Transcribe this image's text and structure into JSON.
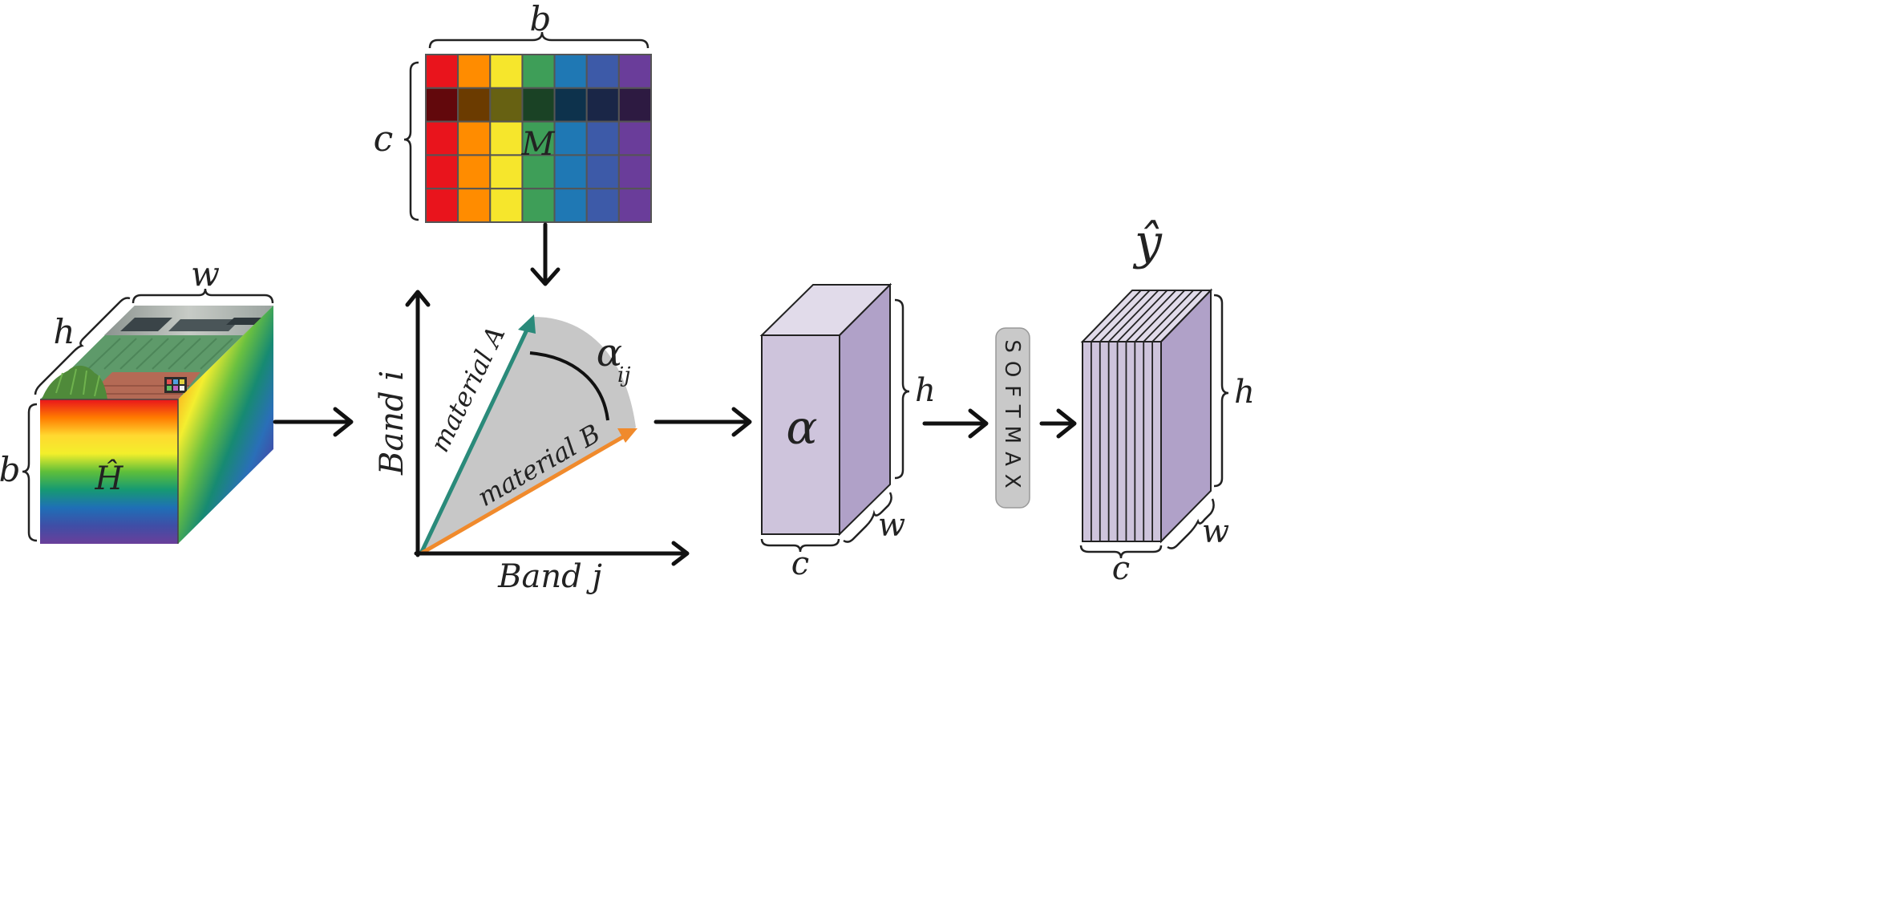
{
  "inputCube": {
    "symbol": "Ĥ",
    "dims": {
      "h": "h",
      "w": "w",
      "b": "b"
    },
    "front_gradient": [
      "#e9141c",
      "#ff7a00",
      "#ffd830",
      "#f3ef2b",
      "#5fbf3a",
      "#169a72",
      "#1f6fb7",
      "#3f4ea6",
      "#6a3f9a"
    ],
    "side_gradient": [
      "#ff2a1a",
      "#ffa11a",
      "#f4ee2f",
      "#6ac040",
      "#178a72",
      "#2a6fb8",
      "#4b3ea3",
      "#7a3b9a"
    ],
    "top_image_colors": {
      "sky": "#9ea8a6",
      "fence": "#5e9a6a",
      "wall": "#b46a55",
      "grass": "#4f8a3a"
    }
  },
  "matrix": {
    "symbol": "M",
    "dims": {
      "b": "b",
      "c": "c"
    },
    "rows": 5,
    "cols": 7,
    "col_colors": [
      "#e9141c",
      "#ff8c00",
      "#f6e62c",
      "#3e9e58",
      "#1f78b4",
      "#3d5aa8",
      "#6a3d9a"
    ],
    "dark_row_index": 1
  },
  "plot": {
    "y_axis_label": "Band i",
    "x_axis_label": "Band j",
    "vector_a_label": "material A",
    "vector_b_label": "material B",
    "angle_symbol": "α",
    "angle_subscript": "ij",
    "colors": {
      "vector_a": "#2a8a7a",
      "vector_b": "#f08a2c",
      "wedge": "#c7c7c7"
    }
  },
  "alphaBlock": {
    "symbol": "α",
    "dims": {
      "h": "h",
      "w": "w",
      "c": "c"
    },
    "colors": {
      "front": "#cec4dc",
      "top": "#e1dbea",
      "side": "#b0a1c8"
    }
  },
  "softmax": {
    "label": "SOFTMAX",
    "color": "#c9c9c9"
  },
  "outputBlock": {
    "symbol": "ŷ",
    "dims": {
      "h": "h",
      "w": "w",
      "c": "c"
    },
    "slices": 9,
    "colors": {
      "front": "#cec4dc",
      "top": "#e1dbea",
      "side": "#b0a1c8"
    }
  }
}
